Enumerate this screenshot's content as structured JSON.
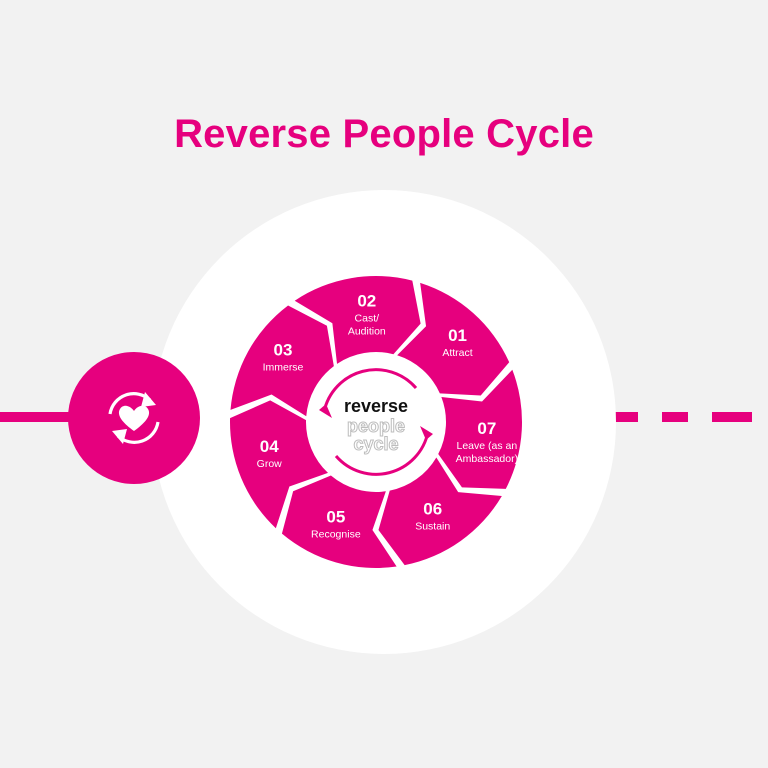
{
  "title": "Reverse People Cycle",
  "colors": {
    "accent": "#e6007e",
    "background": "#f2f2f2",
    "panel": "#ffffff",
    "text_light": "#ffffff",
    "text_dark": "#111111",
    "text_muted": "#bdbdbd"
  },
  "side_icon": "heart-cycle-icon",
  "center": {
    "line1": "reverse",
    "line2": "people",
    "line3": "cycle"
  },
  "steps": [
    {
      "number": "01",
      "label_lines": [
        "Attract"
      ]
    },
    {
      "number": "07",
      "label_lines": [
        "Leave (as an",
        "Ambassador)"
      ]
    },
    {
      "number": "06",
      "label_lines": [
        "Sustain"
      ]
    },
    {
      "number": "05",
      "label_lines": [
        "Recognise"
      ]
    },
    {
      "number": "04",
      "label_lines": [
        "Grow"
      ]
    },
    {
      "number": "03",
      "label_lines": [
        "Immerse"
      ]
    },
    {
      "number": "02",
      "label_lines": [
        "Cast/",
        "Audition"
      ]
    }
  ]
}
